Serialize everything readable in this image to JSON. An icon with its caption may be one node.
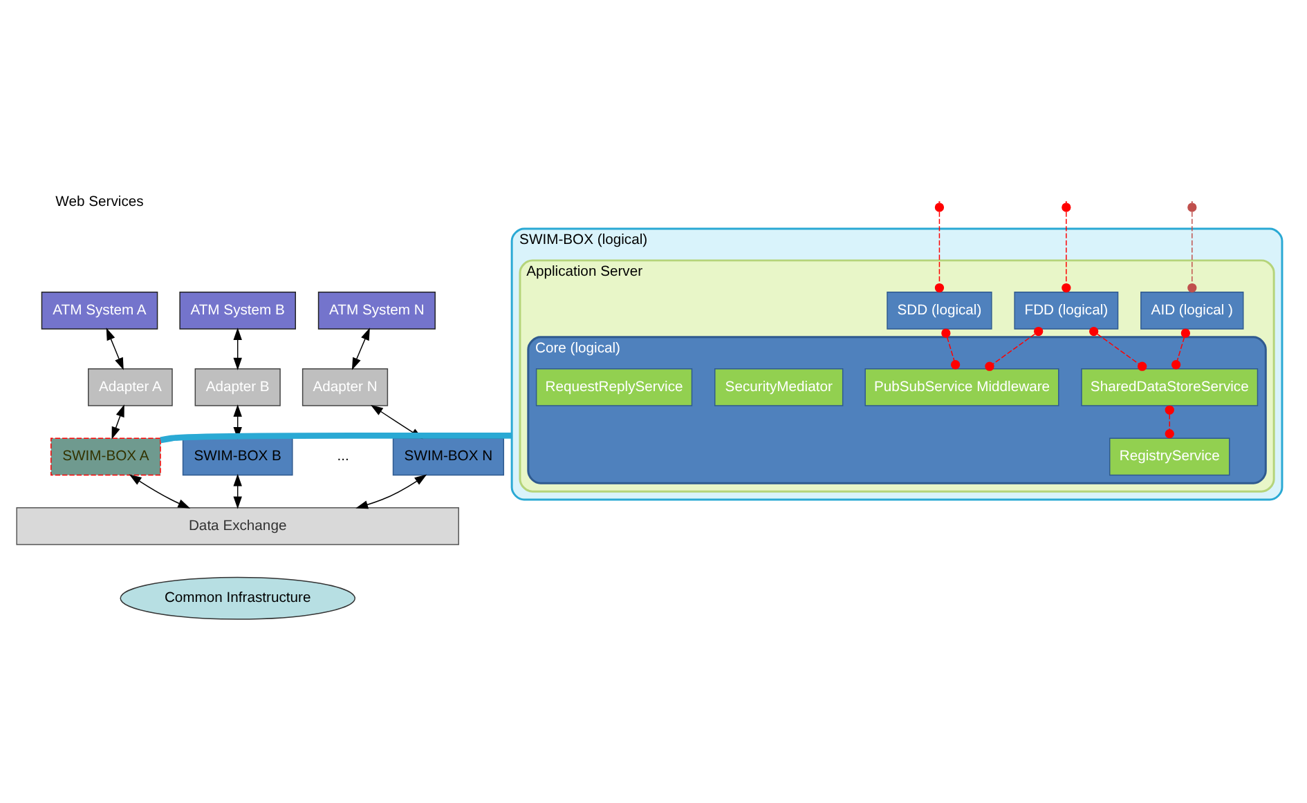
{
  "diagram": {
    "nodes": [
      {
        "text": [
          "SWIM-BOX (logical)"
        ]
      },
      {
        "text": [
          "Application Server"
        ],
        "in": 0
      },
      {
        "text": [
          "FDD (logical)"
        ],
        "in": 1
      },
      {
        "text": [
          "SDD (logical)"
        ],
        "in": 1
      },
      {
        "text": [
          "AID (logical )"
        ],
        "in": 1
      },
      {
        "text": [
          "Core (logical)"
        ],
        "in": 1
      },
      {
        "text": [
          "SharedDataStoreService"
        ],
        "in": 5
      },
      {
        "text": [
          "PubSubService Middleware"
        ],
        "in": 5
      },
      {
        "text": [
          "SecurityMediator"
        ],
        "in": 5
      },
      {
        "text": [
          "RegistryService"
        ],
        "in": 5
      },
      {
        "text": [
          "RequestReplyService"
        ],
        "in": 5
      },
      {
        "text": [
          "ATM System A"
        ]
      },
      {
        "text": [
          "ATM System B"
        ]
      },
      {
        "text": [
          "ATM System N"
        ]
      },
      {
        "text": [
          "Adapter A"
        ]
      },
      {
        "text": [
          "Adapter B"
        ]
      },
      {
        "text": [
          "Adapter N"
        ]
      },
      {
        "text": [
          "SWIM-BOX A"
        ]
      },
      {
        "text": [
          "SWIM-BOX B"
        ]
      },
      {
        "text": [
          "SWIM-BOX N"
        ]
      },
      {
        "text": [
          "Data Exchange"
        ]
      },
      {
        "text": [
          "Common Infrastructure"
        ]
      }
    ],
    "edges": [
      {
        "from": null,
        "to": 2,
        "arrow": "other",
        "style": "dashed",
        "color": "#ff0000"
      },
      {
        "from": null,
        "to": 3,
        "arrow": "other",
        "style": "dashed",
        "color": "#ff0000"
      },
      {
        "from": null,
        "to": 4,
        "arrow": "other",
        "style": "dashed",
        "color": "#c0504d"
      },
      {
        "from": 2,
        "to": 7,
        "arrow": "other",
        "style": "dashed",
        "color": "#ff0000"
      },
      {
        "from": 2,
        "to": 6,
        "arrow": "other",
        "style": "dashed",
        "color": "#ff0000"
      },
      {
        "from": 3,
        "to": 7,
        "arrow": "other",
        "style": "dashed",
        "color": "#ff0000"
      },
      {
        "from": 4,
        "to": 6,
        "arrow": "other",
        "style": "dashed",
        "color": "#ff0000"
      },
      {
        "from": 6,
        "to": 9,
        "arrow": "other",
        "style": "dashed",
        "color": "#ff0000"
      },
      {
        "from": 11,
        "to": 14,
        "arrow": "both"
      },
      {
        "from": 12,
        "to": 15,
        "arrow": "both"
      },
      {
        "from": 13,
        "to": 16,
        "arrow": "both"
      },
      {
        "from": 14,
        "to": 17,
        "arrow": "both"
      },
      {
        "from": 15,
        "to": 18,
        "arrow": "both"
      },
      {
        "from": 16,
        "to": 19,
        "arrow": "both"
      },
      {
        "from": 17,
        "to": 20,
        "arrow": "both"
      },
      {
        "from": 18,
        "to": 20,
        "arrow": "both"
      },
      {
        "from": 19,
        "to": 20,
        "arrow": "both"
      },
      {
        "from": 17,
        "to": 0,
        "arrow": "none",
        "style": "thick",
        "color": "#2aa9d4"
      }
    ],
    "labels": [
      "Web Services",
      "..."
    ]
  }
}
